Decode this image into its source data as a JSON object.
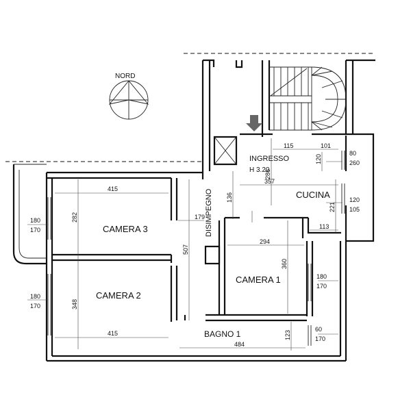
{
  "north": {
    "label": "NORD"
  },
  "rooms": {
    "ingresso": {
      "label": "INGRESSO",
      "height": "H 3.20"
    },
    "cucina": {
      "label": "CUCINA"
    },
    "disimpegno": {
      "label": "DISIMPEGNO"
    },
    "camera3": {
      "label": "CAMERA 3"
    },
    "camera2": {
      "label": "CAMERA 2"
    },
    "camera1": {
      "label": "CAMERA 1"
    },
    "bagno1": {
      "label": "BAGNO 1"
    }
  },
  "dimensions": {
    "ingresso_w1": "115",
    "ingresso_w2": "101",
    "ingresso_h": "120",
    "ingresso_d": "286",
    "cucina_w": "357",
    "cucina_d": "221",
    "cucina_bottom": "113",
    "cam3_w": "415",
    "cam3_h": "282",
    "cam2_w": "415",
    "cam2_h": "348",
    "disimp_w": "179",
    "disimp_h": "136",
    "disimp_total": "507",
    "cam1_w": "294",
    "cam1_h": "360",
    "bagno_w": "484",
    "bagno_h": "123"
  },
  "windows": {
    "ingresso_win_top": "80",
    "ingresso_win_bottom": "260",
    "cucina_win_top": "120",
    "cucina_win_bottom": "105",
    "cam3_win_top": "180",
    "cam3_win_bottom": "170",
    "cam2_win_top": "180",
    "cam2_win_bottom": "170",
    "cam1_win_top": "180",
    "cam1_win_bottom": "170",
    "bagno_win_top": "60",
    "bagno_win_bottom": "170"
  }
}
